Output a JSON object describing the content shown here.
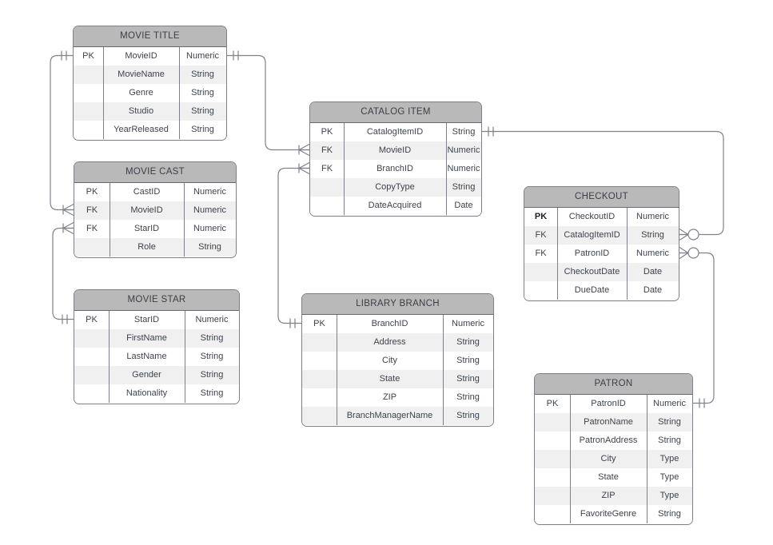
{
  "colors": {
    "background": "#ffffff",
    "header_fill": "#b9b9b9",
    "row_fill": "#ffffff",
    "row_alt_fill": "#f0f0f0",
    "table_border": "#7d8187",
    "header_border": "#65696f",
    "connector": "#7d828a",
    "text": "#3d434d",
    "bold_key_text": "#1b1e24"
  },
  "tables": [
    {
      "name": "MOVIE TITLE",
      "rows": [
        {
          "key": "PK",
          "field": "MovieID",
          "type": "Numeric"
        },
        {
          "key": "",
          "field": "MovieName",
          "type": "String"
        },
        {
          "key": "",
          "field": "Genre",
          "type": "String"
        },
        {
          "key": "",
          "field": "Studio",
          "type": "String"
        },
        {
          "key": "",
          "field": "YearReleased",
          "type": "String"
        }
      ]
    },
    {
      "name": "MOVIE CAST",
      "rows": [
        {
          "key": "PK",
          "field": "CastID",
          "type": "Numeric"
        },
        {
          "key": "FK",
          "field": "MovieID",
          "type": "Numeric"
        },
        {
          "key": "FK",
          "field": "StarID",
          "type": "Numeric"
        },
        {
          "key": "",
          "field": "Role",
          "type": "String"
        }
      ]
    },
    {
      "name": "MOVIE STAR",
      "rows": [
        {
          "key": "PK",
          "field": "StarID",
          "type": "Numeric"
        },
        {
          "key": "",
          "field": "FirstName",
          "type": "String"
        },
        {
          "key": "",
          "field": "LastName",
          "type": "String"
        },
        {
          "key": "",
          "field": "Gender",
          "type": "String"
        },
        {
          "key": "",
          "field": "Nationality",
          "type": "String"
        }
      ]
    },
    {
      "name": "CATALOG ITEM",
      "rows": [
        {
          "key": "PK",
          "field": "CatalogItemID",
          "type": "String"
        },
        {
          "key": "FK",
          "field": "MovieID",
          "type": "Numeric"
        },
        {
          "key": "FK",
          "field": "BranchID",
          "type": "Numeric"
        },
        {
          "key": "",
          "field": "CopyType",
          "type": "String"
        },
        {
          "key": "",
          "field": "DateAcquired",
          "type": "Date"
        }
      ]
    },
    {
      "name": "LIBRARY BRANCH",
      "rows": [
        {
          "key": "PK",
          "field": "BranchID",
          "type": "Numeric"
        },
        {
          "key": "",
          "field": "Address",
          "type": "String"
        },
        {
          "key": "",
          "field": "City",
          "type": "String"
        },
        {
          "key": "",
          "field": "State",
          "type": "String"
        },
        {
          "key": "",
          "field": "ZIP",
          "type": "String"
        },
        {
          "key": "",
          "field": "BranchManagerName",
          "type": "String"
        }
      ]
    },
    {
      "name": "CHECKOUT",
      "rows": [
        {
          "key": "PK",
          "field": "CheckoutID",
          "type": "Numeric",
          "bold_key": true
        },
        {
          "key": "FK",
          "field": "CatalogItemID",
          "type": "String"
        },
        {
          "key": "FK",
          "field": "PatronID",
          "type": "Numeric"
        },
        {
          "key": "",
          "field": "CheckoutDate",
          "type": "Date"
        },
        {
          "key": "",
          "field": "DueDate",
          "type": "Date"
        }
      ]
    },
    {
      "name": "PATRON",
      "rows": [
        {
          "key": "PK",
          "field": "PatronID",
          "type": "Numeric"
        },
        {
          "key": "",
          "field": "PatronName",
          "type": "String"
        },
        {
          "key": "",
          "field": "PatronAddress",
          "type": "String"
        },
        {
          "key": "",
          "field": "City",
          "type": "Type"
        },
        {
          "key": "",
          "field": "State",
          "type": "Type"
        },
        {
          "key": "",
          "field": "ZIP",
          "type": "Type"
        },
        {
          "key": "",
          "field": "FavoriteGenre",
          "type": "String"
        }
      ]
    }
  ],
  "relationships": [
    {
      "from_table": "MOVIE TITLE",
      "from_field": "MovieID",
      "from_cardinality": "one",
      "to_table": "MOVIE CAST",
      "to_field": "MovieID",
      "to_cardinality": "one-or-many"
    },
    {
      "from_table": "MOVIE CAST",
      "from_field": "StarID",
      "from_cardinality": "one-or-many",
      "to_table": "MOVIE STAR",
      "to_field": "StarID",
      "to_cardinality": "one"
    },
    {
      "from_table": "MOVIE TITLE",
      "from_field": "MovieID",
      "from_cardinality": "one",
      "to_table": "CATALOG ITEM",
      "to_field": "MovieID",
      "to_cardinality": "one-or-many"
    },
    {
      "from_table": "CATALOG ITEM",
      "from_field": "BranchID",
      "from_cardinality": "one-or-many",
      "to_table": "LIBRARY BRANCH",
      "to_field": "BranchID",
      "to_cardinality": "one"
    },
    {
      "from_table": "CATALOG ITEM",
      "from_field": "CatalogItemID",
      "from_cardinality": "one",
      "to_table": "CHECKOUT",
      "to_field": "CatalogItemID",
      "to_cardinality": "zero-or-many"
    },
    {
      "from_table": "CHECKOUT",
      "from_field": "PatronID",
      "from_cardinality": "zero-or-many",
      "to_table": "PATRON",
      "to_field": "PatronID",
      "to_cardinality": "one"
    }
  ]
}
